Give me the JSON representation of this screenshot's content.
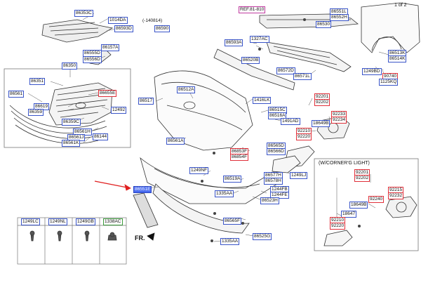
{
  "page_label": "1 of 2",
  "front_label": "FR.",
  "cornering_box_caption": "(W/CORNER'G LIGHT)",
  "date_code": "(-140814)",
  "colors": {
    "part_box": "#3a55c8",
    "ref_box": "#e0303a",
    "note_box": "#3a9a3a",
    "pointer": "#e02020",
    "highlight": "#4a6cf0"
  },
  "part_labels": {
    "p86353C": "86353C",
    "p1014DA": "1014DA",
    "p86593D": "86593D",
    "p86590": "86590",
    "p86157A": "86157A",
    "p86555D": "86555D",
    "p86556D": "86556D",
    "p86350": "86350",
    "p86351": "86351",
    "p86561": "86561",
    "p86655E": "86655E",
    "p86619": "86619",
    "p86359": "86359",
    "p12492": "12492",
    "p86359C": "86359C",
    "p86561H": "86561H",
    "p86561J": "86561J",
    "p86144": "86144",
    "p86561K": "86561K",
    "ref81810": "REF.81-810",
    "p86551L": "86551L",
    "p86552H": "86552H",
    "p86530": "86530",
    "p86593A": "86593A",
    "p1327AC": "1327AC",
    "p86520B": "86520B",
    "p86572D": "86572D",
    "p86571L": "86571L",
    "p86513K": "86513K",
    "p86514K": "86514K",
    "p1249BD": "1249BD",
    "p90740": "90740",
    "p1125KQ": "1125KQ",
    "p86517": "86517",
    "p86512A": "86512A",
    "p1416LK": "1416LK",
    "p86515C": "86515C",
    "p86516A": "86516A",
    "p1491AD": "1491AD",
    "p92201": "92201",
    "p92202": "92202",
    "p92233": "92233",
    "p92234": "92234",
    "p18649B": "18649B",
    "p92210": "92210",
    "p92220": "92220",
    "p86561A": "86561A",
    "p86565D": "86565D",
    "p86566D": "86566D",
    "p86853F": "86853F",
    "p86854F": "86854F",
    "p1249NF": "1249NF",
    "p86519A": "86519A",
    "p86577H": "86577H",
    "p86578H": "86578H",
    "p1249LJ": "1249LJ",
    "p86551E": "86551E",
    "p1335AA": "1335AA",
    "p1244FB": "1244FB",
    "p1244FE": "1244FE",
    "p86523H": "86523H",
    "p86565F": "86565F",
    "p86525G": "86525G",
    "p1335AA2": "1335AA",
    "c92201": "92201",
    "c92202": "92202",
    "c92215": "92215",
    "c92232": "92232",
    "c18649B": "18649B",
    "c92240": "92240",
    "c18647": "18647",
    "c92210": "92210",
    "c92220": "92220"
  },
  "fastener_table": {
    "headers": [
      "1249LC",
      "1249NL",
      "1249GB",
      "1338AC"
    ]
  }
}
